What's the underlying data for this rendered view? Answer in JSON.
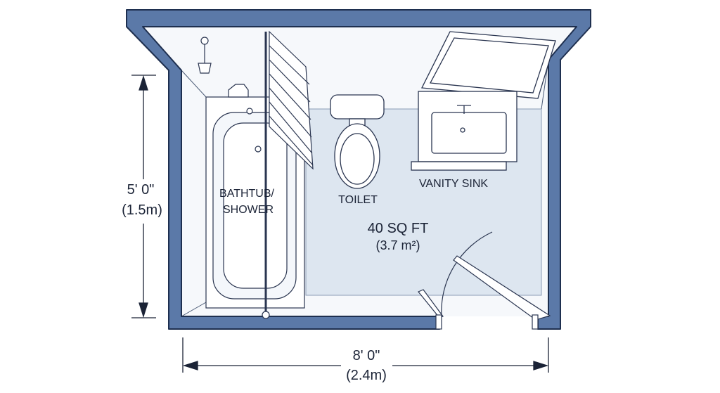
{
  "labels": {
    "bathtub_line1": "BATHTUB/",
    "bathtub_line2": "SHOWER",
    "toilet": "TOILET",
    "vanity": "VANITY SINK",
    "area_sqft": "40 SQ FT",
    "area_m2": "(3.7 m²)"
  },
  "dimensions": {
    "height_ft": "5' 0\"",
    "height_m": "(1.5m)",
    "width_ft": "8' 0\"",
    "width_m": "(2.4m)"
  },
  "colors": {
    "wall": "#5b79a8",
    "outline": "#1e2f4f",
    "floor": "#dde6f0"
  }
}
